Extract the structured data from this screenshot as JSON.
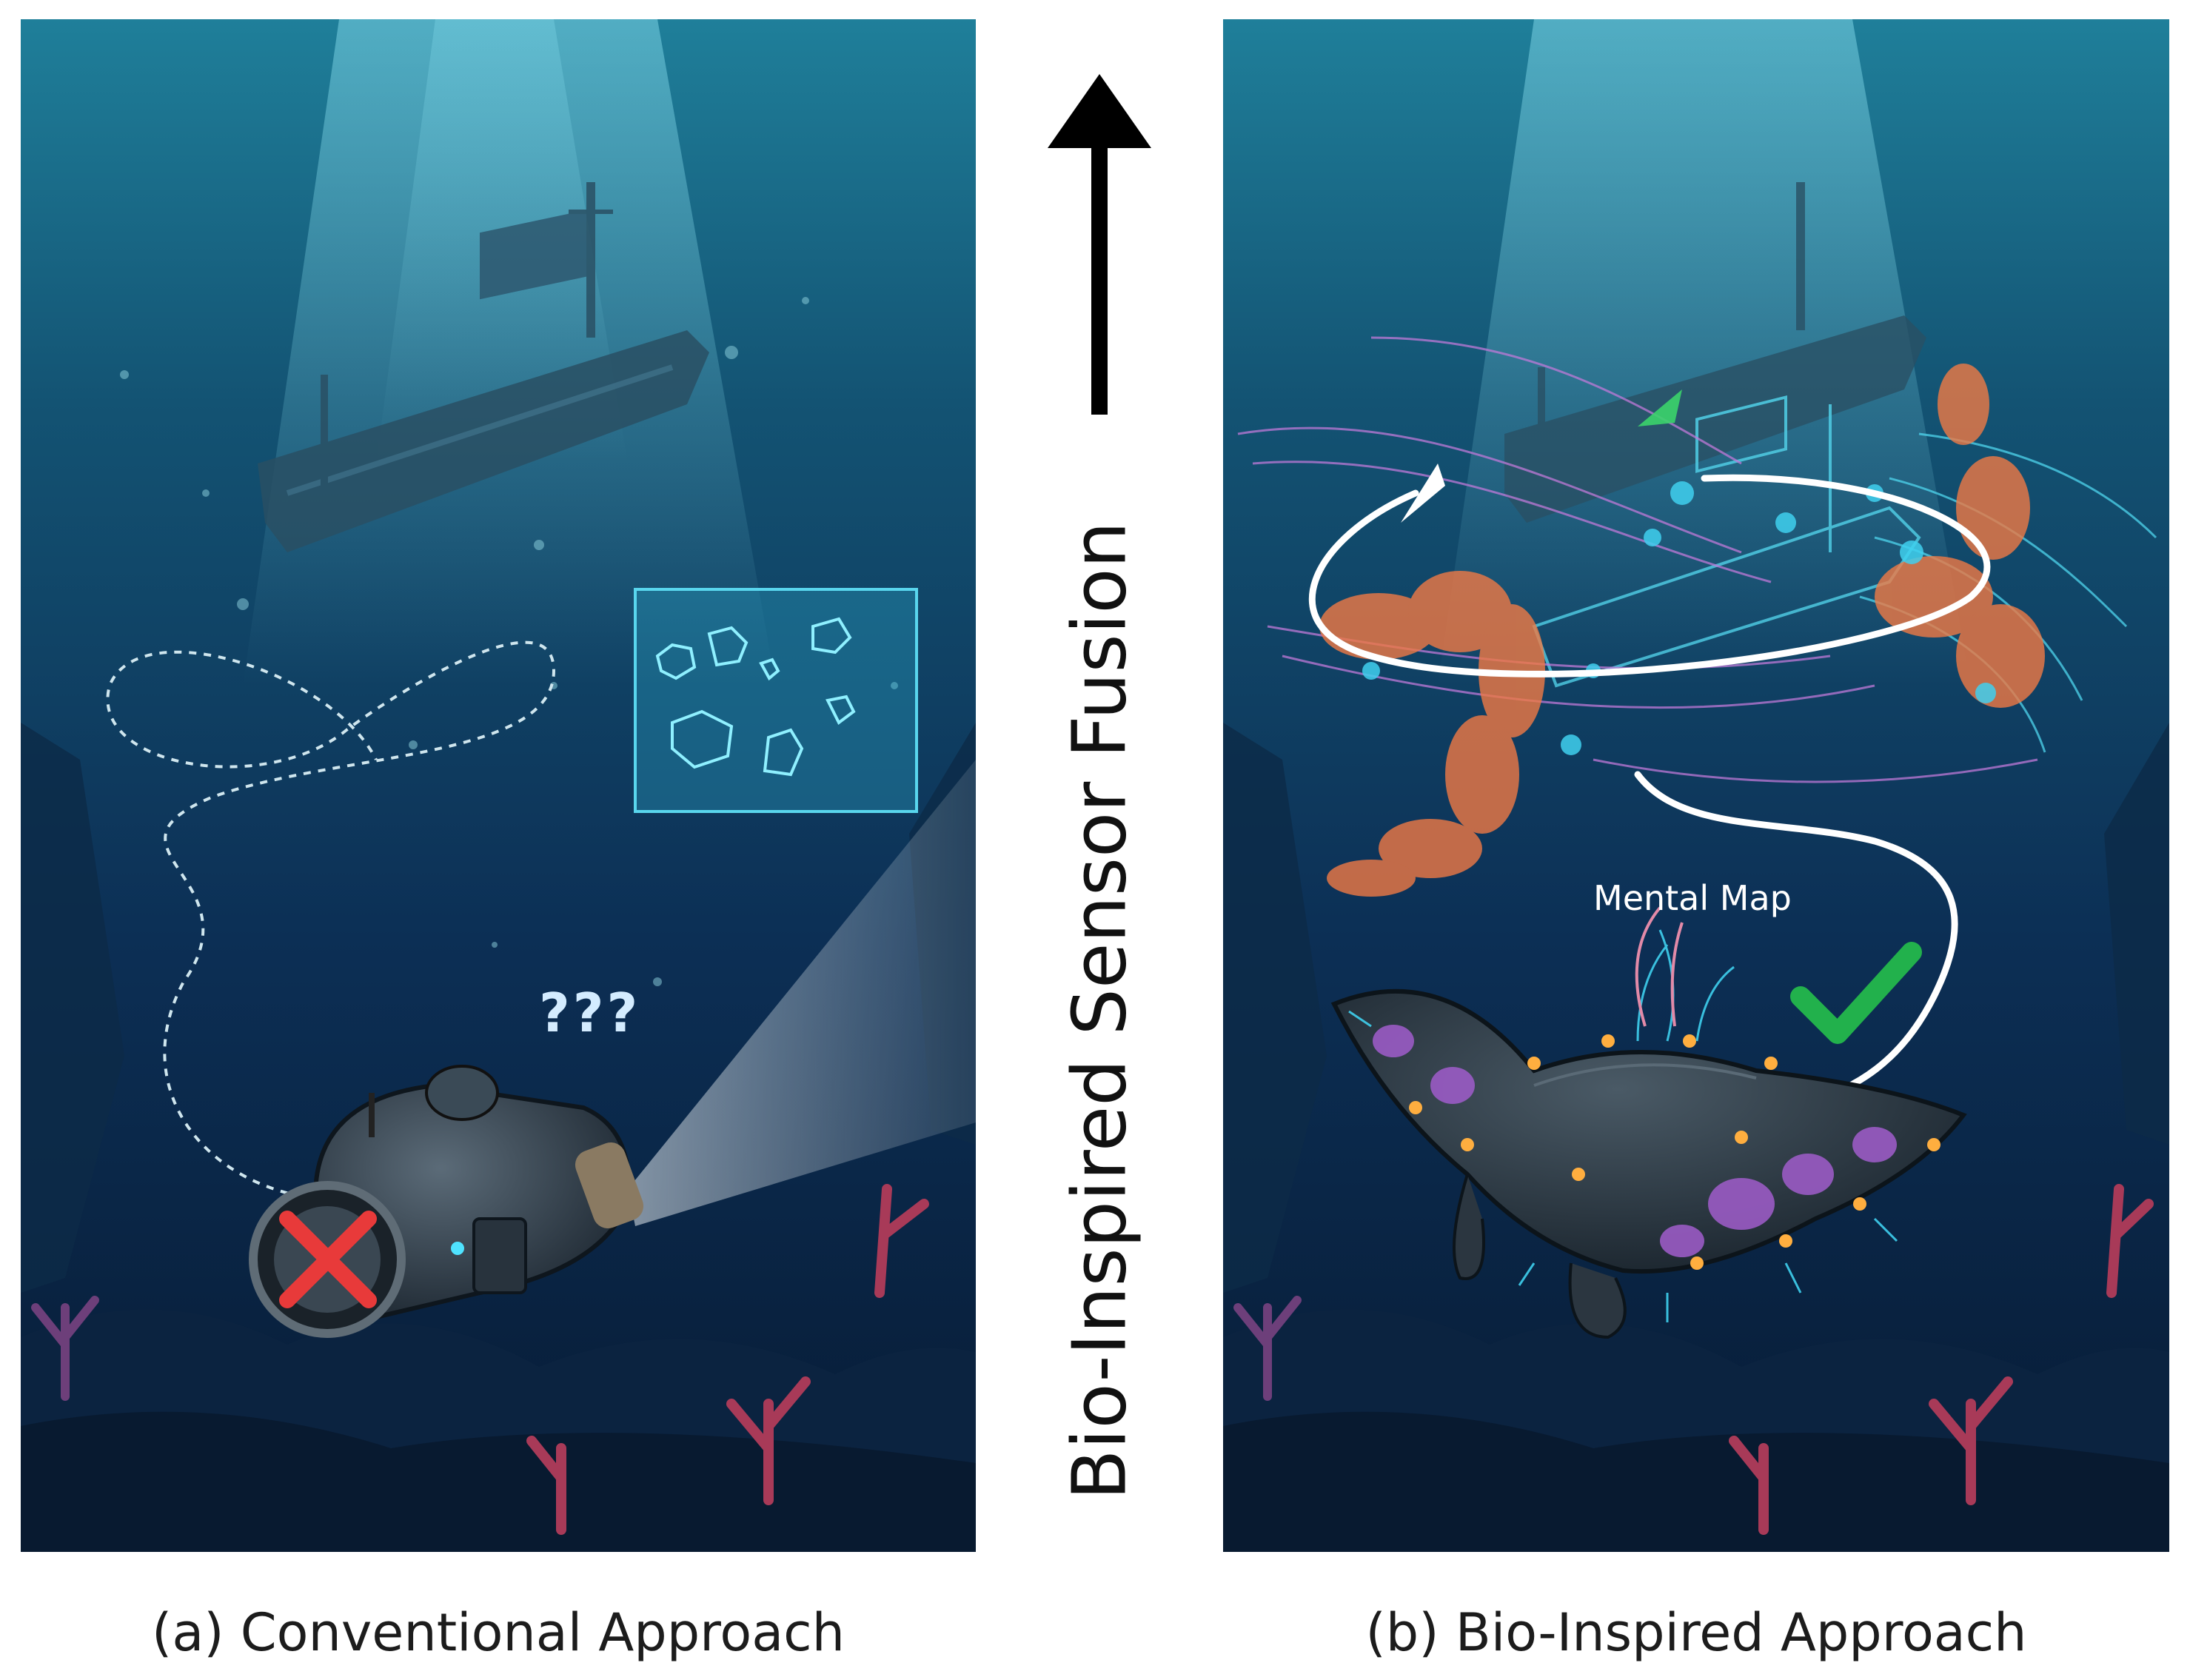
{
  "panels": {
    "left": {
      "caption": "(a) Conventional Approach",
      "annotation": "???",
      "icons": [
        "shipwreck-icon",
        "rov-icon",
        "red-x-icon",
        "spotlight-icon",
        "camera-view-icon",
        "dashed-path-icon"
      ]
    },
    "right": {
      "caption": "(b) Bio-Inspired Approach",
      "annotation": "Mental Map",
      "icons": [
        "shipwreck-icon",
        "manta-robot-icon",
        "green-check-icon",
        "orbit-arrow-icon",
        "chemical-plume-icon",
        "flow-field-icon"
      ]
    }
  },
  "axis": {
    "label": "Bio-Inspired Sensor Fusion",
    "direction": "up"
  },
  "colors": {
    "ocean_top": "#1f7f9a",
    "ocean_bottom": "#071a33",
    "cyan_glow": "#3fd0ee",
    "plume": "#f07a45",
    "failure": "#e83a3a",
    "success": "#22b14c",
    "arrow": "#000000"
  }
}
